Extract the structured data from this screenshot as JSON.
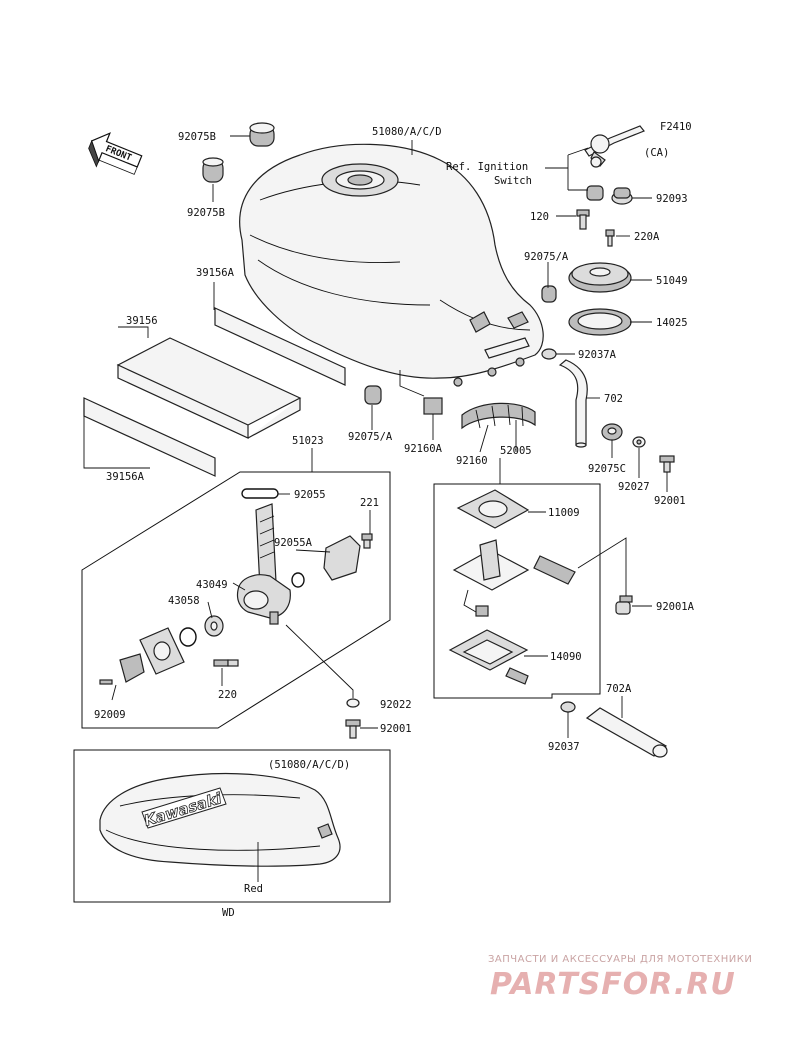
{
  "figure_code": "F2410",
  "front_label": "FRONT",
  "ignition_ref": {
    "line1": "Ref. Ignition",
    "line2": "Switch"
  },
  "ca_label": "(CA)",
  "parts": {
    "p92075B_top": "92075B",
    "p51080": "51080/A/C/D",
    "p92075B_bot": "92075B",
    "p39156A_top": "39156A",
    "p39156": "39156",
    "p39156A_bot": "39156A",
    "p120": "120",
    "p92093": "92093",
    "p220A": "220A",
    "p92075A_top": "92075/A",
    "p51049": "51049",
    "p14025": "14025",
    "p92037A": "92037A",
    "p702": "702",
    "p92075A_bot": "92075/A",
    "p92160A": "92160A",
    "p92160": "92160",
    "p52005": "52005",
    "p92075C": "92075C",
    "p92027": "92027",
    "p92001_r": "92001",
    "p51023": "51023",
    "p92055": "92055",
    "p221": "221",
    "p92055A": "92055A",
    "p43049": "43049",
    "p43058": "43058",
    "p220": "220",
    "p92009": "92009",
    "p92022": "92022",
    "p92001_c": "92001",
    "p11009": "11009",
    "p92001A": "92001A",
    "p14090": "14090",
    "p702A": "702A",
    "p92037": "92037"
  },
  "inset": {
    "ref": "(51080/A/C/D)",
    "brand": "Kawasaki",
    "color": "Red",
    "variant": "WD"
  },
  "watermark": {
    "tagline": "ЗАПЧАСТИ И АКСЕССУАРЫ ДЛЯ МОТОТЕХНИКИ",
    "logo": "PARTSFOR.RU"
  }
}
